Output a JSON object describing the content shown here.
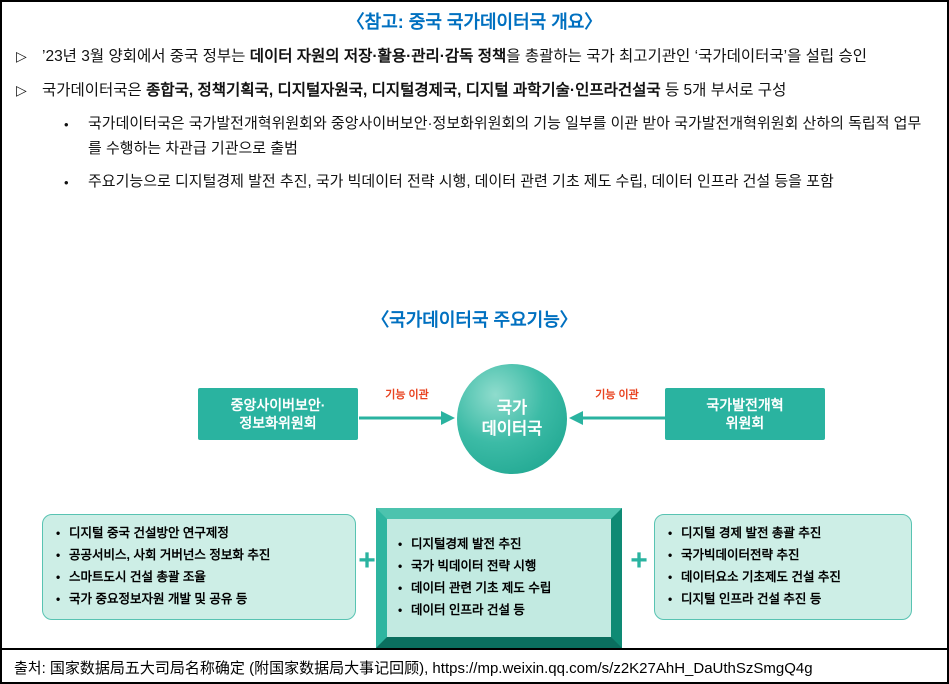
{
  "header": {
    "title": "〈참고: 중국 국가데이터국 개요〉"
  },
  "bullets": {
    "b1": {
      "marker": "▷",
      "pre": "’23년 3월 양회에서 중국 정부는 ",
      "bold": "데이터 자원의 저장·활용·관리·감독 정책",
      "post": "을 총괄하는 국가 최고기관인 ‘국가데이터국’을 설립 승인"
    },
    "b2": {
      "marker": "▷",
      "pre": "국가데이터국은 ",
      "bold": "종합국, 정책기획국, 디지털자원국, 디지털경제국, 디지털 과학기술·인프라건설국",
      "post": " 등 5개 부서로 구성"
    },
    "sub1": {
      "marker": "•",
      "text": "국가데이터국은 국가발전개혁위원회와 중앙사이버보안·정보화위원회의 기능 일부를 이관 받아 국가발전개혁위원회 산하의 독립적 업무를 수행하는 차관급 기관으로 출범"
    },
    "sub2": {
      "marker": "•",
      "text": "주요기능으로 디지털경제 발전 추진, 국가 빅데이터 전략 시행, 데이터 관련 기초 제도 수립, 데이터 인프라 건설 등을 포함"
    }
  },
  "diagram": {
    "title": "〈국가데이터국 주요기능〉",
    "left_org": {
      "line1": "중앙사이버보안·",
      "line2": "정보화위원회"
    },
    "center_circle": {
      "line1": "국가",
      "line2": "데이터국"
    },
    "right_org": {
      "line1": "국가발전개혁",
      "line2": "위원회"
    },
    "arrow_label_left": "기능 이관",
    "arrow_label_right": "기능 이관",
    "plus_left": "+",
    "plus_right": "+",
    "bottom_left": {
      "items": [
        "디지털 중국 건설방안 연구제정",
        "공공서비스, 사회 거버넌스 정보화 추진",
        "스마트도시 건설 총괄 조율",
        "국가 중요정보자원 개발 및 공유 등"
      ]
    },
    "bottom_center": {
      "items": [
        "디지털경제 발전 추진",
        "국가 빅데이터 전략 시행",
        "데이터 관련 기초 제도 수립",
        "데이터 인프라 건설 등"
      ]
    },
    "bottom_right": {
      "items": [
        "디지털 경제 발전 총괄 추진",
        "국가빅데이터전략 추진",
        "데이터요소 기초제도 건설 추진",
        "디지털 인프라 건설 추진 등"
      ]
    }
  },
  "footer": {
    "source": "출처: 国家数据局五大司局名称确定 (附国家数据局大事记回顾), https://mp.weixin.qq.com/s/z2K27AhH_DaUthSzSmgQ4g"
  },
  "colors": {
    "title_blue": "#0070C0",
    "teal": "#2AB3A0",
    "light_teal_fill": "#CDEEE6",
    "center_box_fill": "#C2EAE1",
    "arrow_label_red": "#E8421F"
  }
}
